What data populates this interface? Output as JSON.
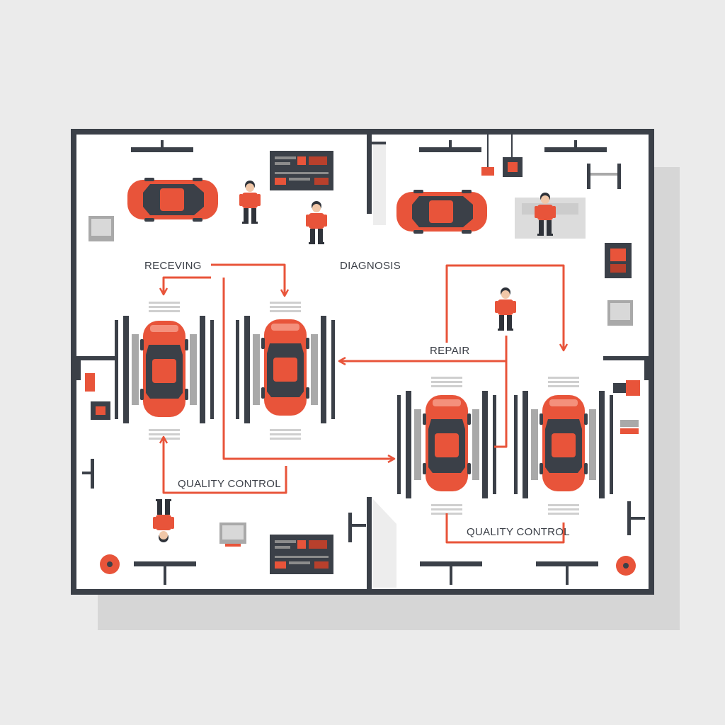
{
  "diagram": {
    "zones": {
      "receiving": "RECEVING",
      "diagnosis": "DIAGNOSIS",
      "repair": "REPAIR",
      "quality_control_left": "QUALITY CONTROL",
      "quality_control_right": "QUALITY CONTROL"
    },
    "icons": {
      "car": "car-icon",
      "mechanic": "mechanic-icon",
      "lift": "vehicle-lift-icon",
      "workbench": "tool-workbench-icon",
      "monitor": "monitor-icon",
      "alarm": "alarm-icon"
    },
    "colors": {
      "accent": "#e8543a",
      "wall": "#3b4048",
      "floor": "#ffffff",
      "background": "#ebebeb",
      "shadow": "#d6d6d6",
      "equipment_gray": "#a9a9a9"
    },
    "counts": {
      "cars": 6,
      "mechanics": 5,
      "lifts": 4
    }
  }
}
